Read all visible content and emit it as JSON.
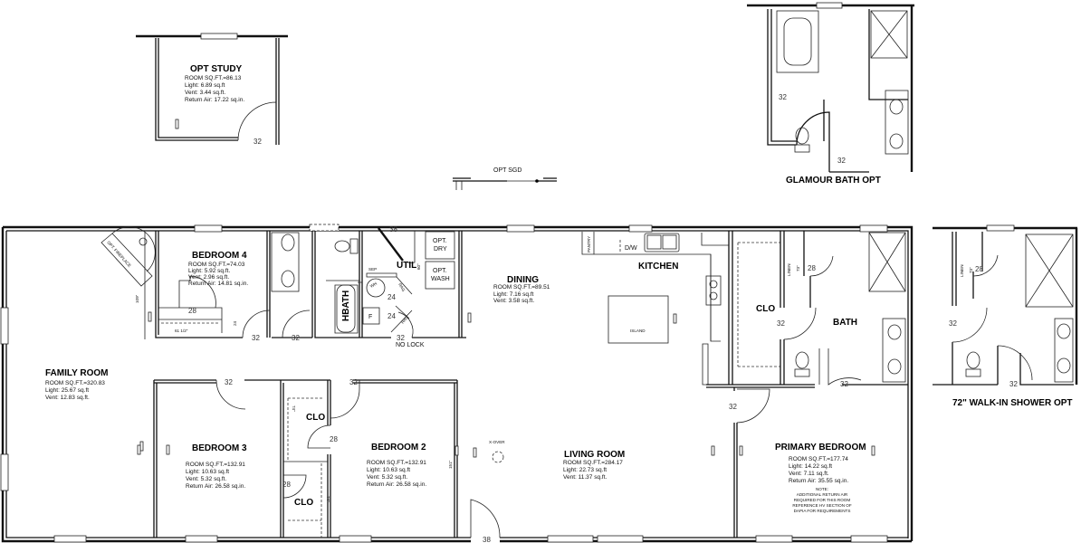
{
  "rooms": {
    "opt_study": {
      "title": "OPT STUDY",
      "lines": [
        "ROOM SQ.FT.=86.13",
        "Light: 6.89  sq.ft",
        "Vent:  3.44  sq.ft.",
        "Return  Air:  17.22  sq.in."
      ]
    },
    "bedroom4": {
      "title": "BEDROOM 4",
      "lines": [
        "ROOM SQ.FT.=74.03",
        "Light: 5.92  sq.ft.",
        "Vent:  2.96  sq.ft.",
        "Return Air:  14.81  sq.in."
      ]
    },
    "family_room": {
      "title": "FAMILY ROOM",
      "lines": [
        "ROOM  SQ.FT.=320.83",
        "Light: 25.67  sq.ft",
        "Vent:  12.83  sq.ft."
      ]
    },
    "dining": {
      "title": "DINING",
      "lines": [
        "ROOM  SQ.FT.=89.51",
        "Light: 7.16  sq.ft",
        "Vent:  3.58  sq.ft."
      ]
    },
    "living_room": {
      "title": "LIVING ROOM",
      "lines": [
        "ROOM  SQ.FT.=284.17",
        "Light: 22.73  sq.ft",
        "Vent:  11.37  sq.ft."
      ]
    },
    "bedroom3": {
      "title": "BEDROOM 3",
      "lines": [
        "ROOM  SQ.FT.=132.91",
        "Light: 10.63  sq.ft",
        "Vent:  5.32  sq.ft.",
        "Return  Air:  26.58  sq.in."
      ]
    },
    "bedroom2": {
      "title": "BEDROOM 2",
      "lines": [
        "ROOM  SQ.FT.=132.91",
        "Light: 10.63  sq.ft",
        "Vent:  5.32  sq.ft.",
        "Return  Air:  26.58  sq.in."
      ]
    },
    "primary_bedroom": {
      "title": "PRIMARY BEDROOM",
      "lines": [
        "ROOM  SQ.FT.=177.74",
        "Light: 14.22  sq.ft",
        "Vent:  7.11  sq.ft.",
        "Return  Air:  35.55  sq.in."
      ],
      "note": [
        "NOTE:",
        "ADDITIONAL RETURN AIR",
        "REQUIRED FOR THIS ROOM",
        "REFERENCE HV SECTION OF",
        "DAPIA FOR REQUIREMENTS"
      ]
    },
    "kitchen": {
      "title": "KITCHEN"
    },
    "hbath": {
      "title": "HBATH"
    },
    "util": {
      "title": "UTIL"
    },
    "bath": {
      "title": "BATH"
    },
    "clo": "CLO"
  },
  "labels": {
    "opt_dry": [
      "OPT.",
      "DRY"
    ],
    "opt_wash": [
      "OPT.",
      "WASH"
    ],
    "sep": "SEP",
    "wh": "WH",
    "f": "F",
    "rag": "RAG",
    "no_lock": "NO LOCK",
    "pantry": "PANTRY",
    "dw": "D/W",
    "island": "ISLAND",
    "linen": "LINEN",
    "xover": "X-OVER",
    "fireplace": "OPT. FIREPLACE",
    "opt_sgd": "OPT SGD",
    "glamour_bath": "GLAMOUR BATH OPT",
    "walkin_shower": "72\" WALK-IN SHOWER OPT"
  },
  "dims": {
    "d32": "32",
    "d38": "38",
    "d28": "28",
    "d24": "24",
    "d60": "60\"",
    "d109": "109\"",
    "d61": "61 1/2\"",
    "d74": "74\"",
    "d151": "151\"",
    "d73": "73\""
  }
}
